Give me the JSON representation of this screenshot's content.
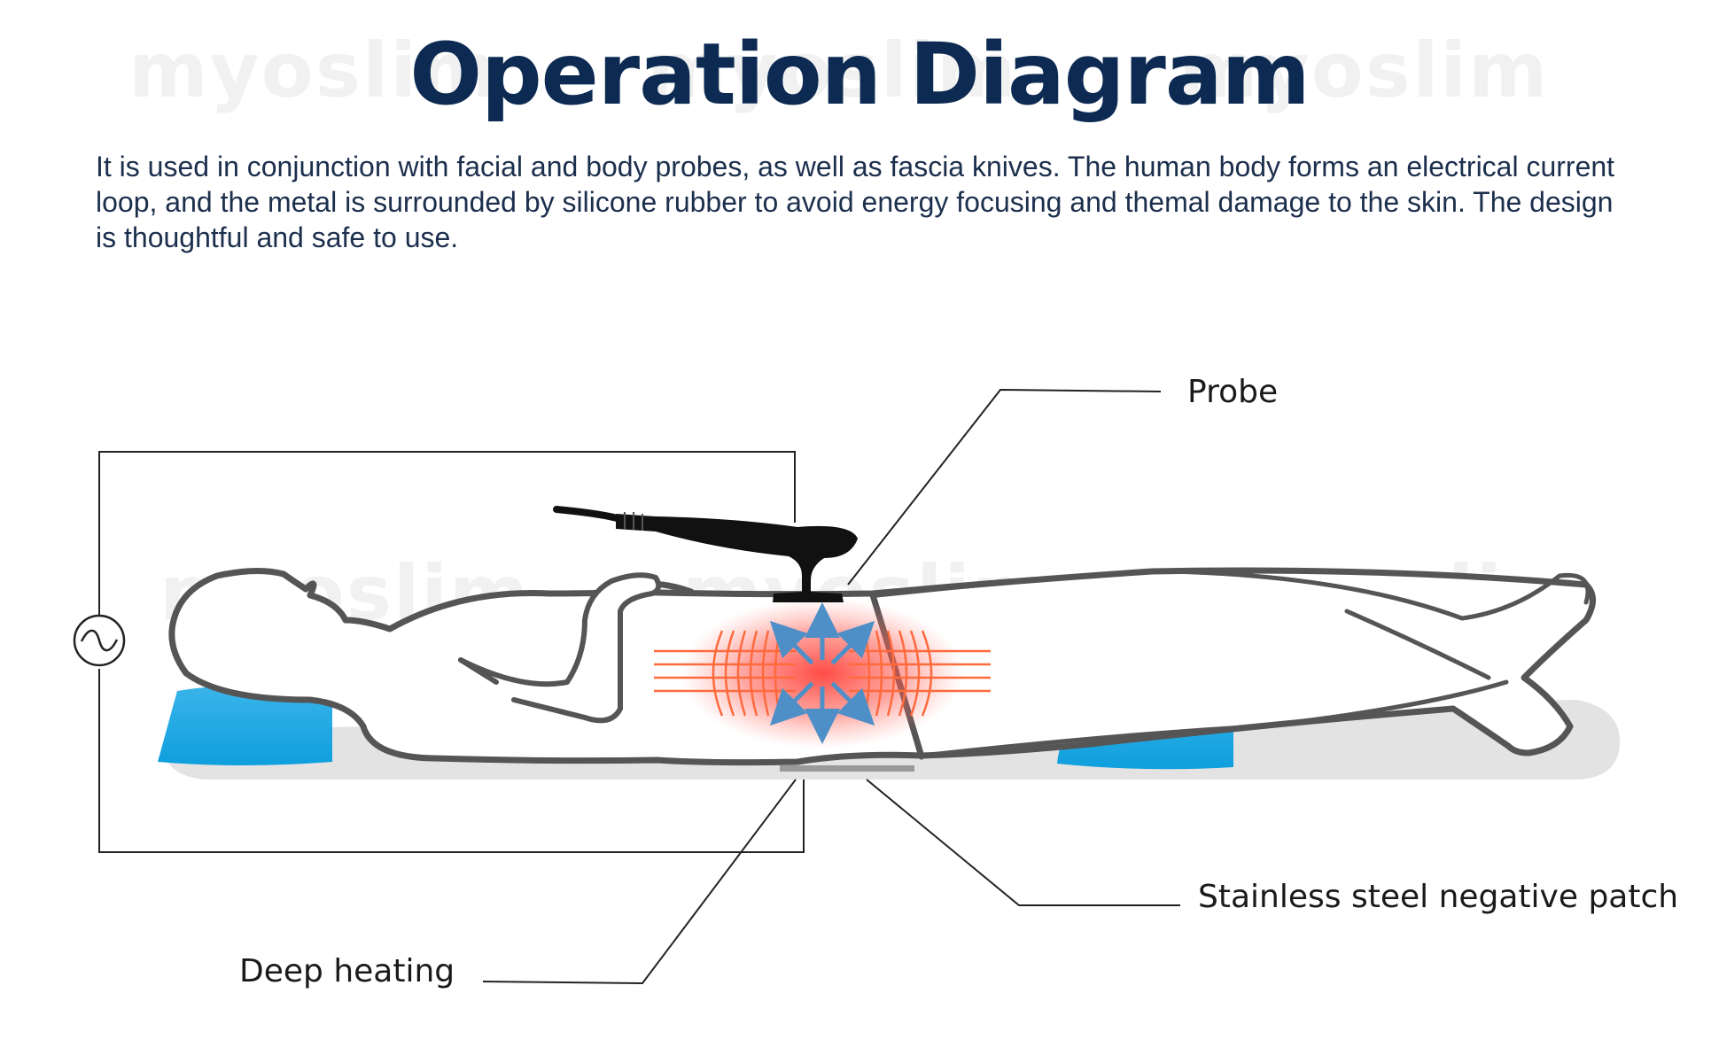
{
  "watermark": "myoslim",
  "title": "Operation Diagram",
  "description": "It is used in conjunction with facial and body probes, as well as fascia knives. The human body forms an electrical current loop, and the metal is surrounded by silicone rubber to avoid energy focusing and themal damage to the skin. The design is thoughtful and safe to use.",
  "labels": {
    "probe": "Probe",
    "negative_patch": "Stainless steel negative patch",
    "deep_heating": "Deep heating"
  },
  "colors": {
    "title": "#0d2b52",
    "text": "#1c2f4d",
    "body_outline": "#555555",
    "pillow": "#16a7e3",
    "heat": "#ff4b42",
    "arrow": "#4e8fc7"
  },
  "icons": {
    "power_source": "ac-source-icon",
    "probe": "probe-icon"
  }
}
